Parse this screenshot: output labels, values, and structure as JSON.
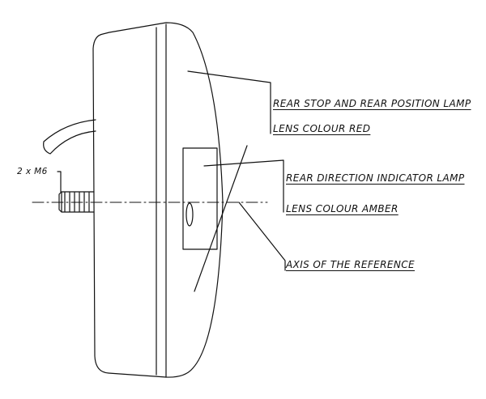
{
  "labels": {
    "stop_position_lamp": "REAR STOP AND REAR POSITION LAMP",
    "lens_red": "LENS COLOUR RED",
    "direction_indicator": "REAR DIRECTION INDICATOR LAMP",
    "lens_amber": "LENS COLOUR AMBER",
    "axis_reference": "AXIS OF THE REFERENCE",
    "bolt_spec": "2 x M6"
  },
  "colors": {
    "ink": "#111111",
    "background": "#ffffff"
  }
}
